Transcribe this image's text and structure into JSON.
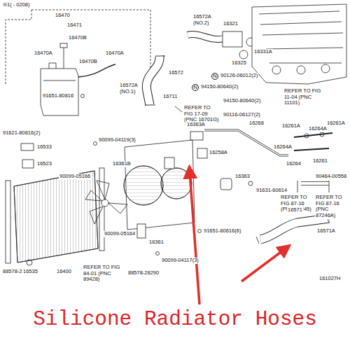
{
  "diagram": {
    "caption": "Silicone Radiator Hoses",
    "labels": [
      "※1( - 0208)",
      "16470",
      "16471",
      "16470A",
      "16470B",
      "16470A",
      "16470B",
      "91651-80816",
      "91621-80816(2)",
      "16533",
      "16523",
      "90099-04119(3)",
      "16361B",
      "90099-05166",
      "88578-28290",
      "16535",
      "16400",
      "REFER TO FIG 84-01 (PNC 89428)",
      "88578-28290",
      "16361",
      "90099-05164",
      "90099-04117(3)",
      "91651-80616(6)",
      "16711",
      "REFER TO FIG 17-09 (PNC 16701G)",
      "16572A (NO.2)",
      "16321",
      "16331A",
      "16325",
      "16572",
      "16572A (NO.1)",
      "N",
      "90126-06012(2)",
      "N",
      "94150-80640(2)",
      "94150-80640(2)",
      "REFER TO FIG 11-04 (PNC 11101)",
      "90116-06127(2)",
      "16268",
      "16363A",
      "16258A",
      "16363",
      "91631-60614",
      "16261A",
      "16261A",
      "16264A",
      "16264A",
      "16264",
      "16261",
      "90464-00558",
      "REFER TO FIG 87-16 (PNC 87245)",
      "REFER TO FIG 87-16 (PNC 87246A)",
      "16571",
      "16571A",
      "161027H"
    ]
  }
}
